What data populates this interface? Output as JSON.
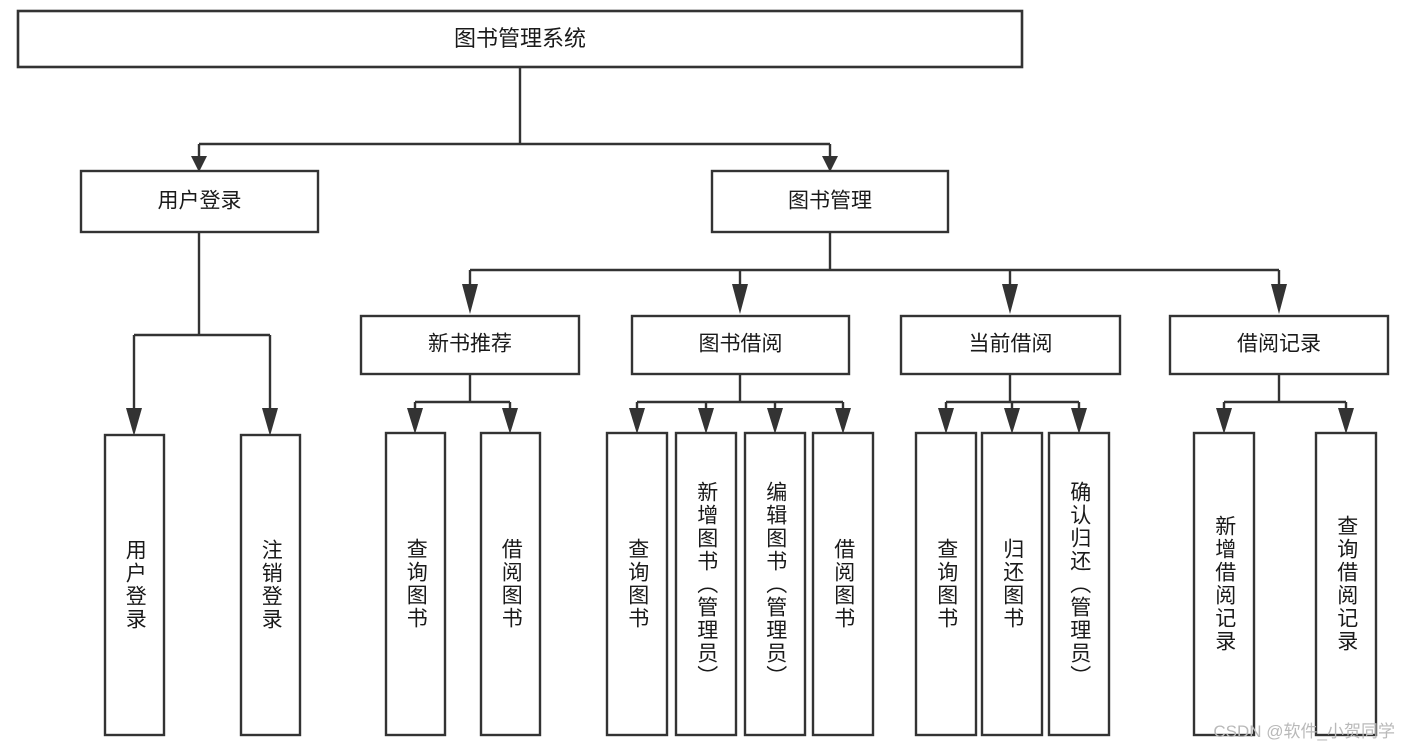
{
  "diagram": {
    "type": "tree",
    "title": "图书管理系统",
    "root": {
      "label": "图书管理系统"
    },
    "level1": [
      {
        "label": "用户登录"
      },
      {
        "label": "图书管理"
      }
    ],
    "level2": [
      {
        "label": "新书推荐"
      },
      {
        "label": "图书借阅"
      },
      {
        "label": "当前借阅"
      },
      {
        "label": "借阅记录"
      }
    ],
    "leaves": {
      "user_login": [
        {
          "label": "用户登录"
        },
        {
          "label": "注销登录"
        }
      ],
      "new_book_recommend": [
        {
          "label": "查询图书"
        },
        {
          "label": "借阅图书"
        }
      ],
      "book_borrow": [
        {
          "label": "查询图书"
        },
        {
          "label": "新增图书（管理员）"
        },
        {
          "label": "编辑图书（管理员）"
        },
        {
          "label": "借阅图书"
        }
      ],
      "current_borrow": [
        {
          "label": "查询图书"
        },
        {
          "label": "归还图书"
        },
        {
          "label": "确认归还（管理员）"
        }
      ],
      "borrow_record": [
        {
          "label": "新增借阅记录"
        },
        {
          "label": "查询借阅记录"
        }
      ]
    }
  },
  "watermark": {
    "text": "CSDN @软件_小贺同学"
  },
  "colors": {
    "stroke": "#333333",
    "fill": "#ffffff",
    "text": "#1a1a1a",
    "watermark": "#b9b9b9"
  }
}
